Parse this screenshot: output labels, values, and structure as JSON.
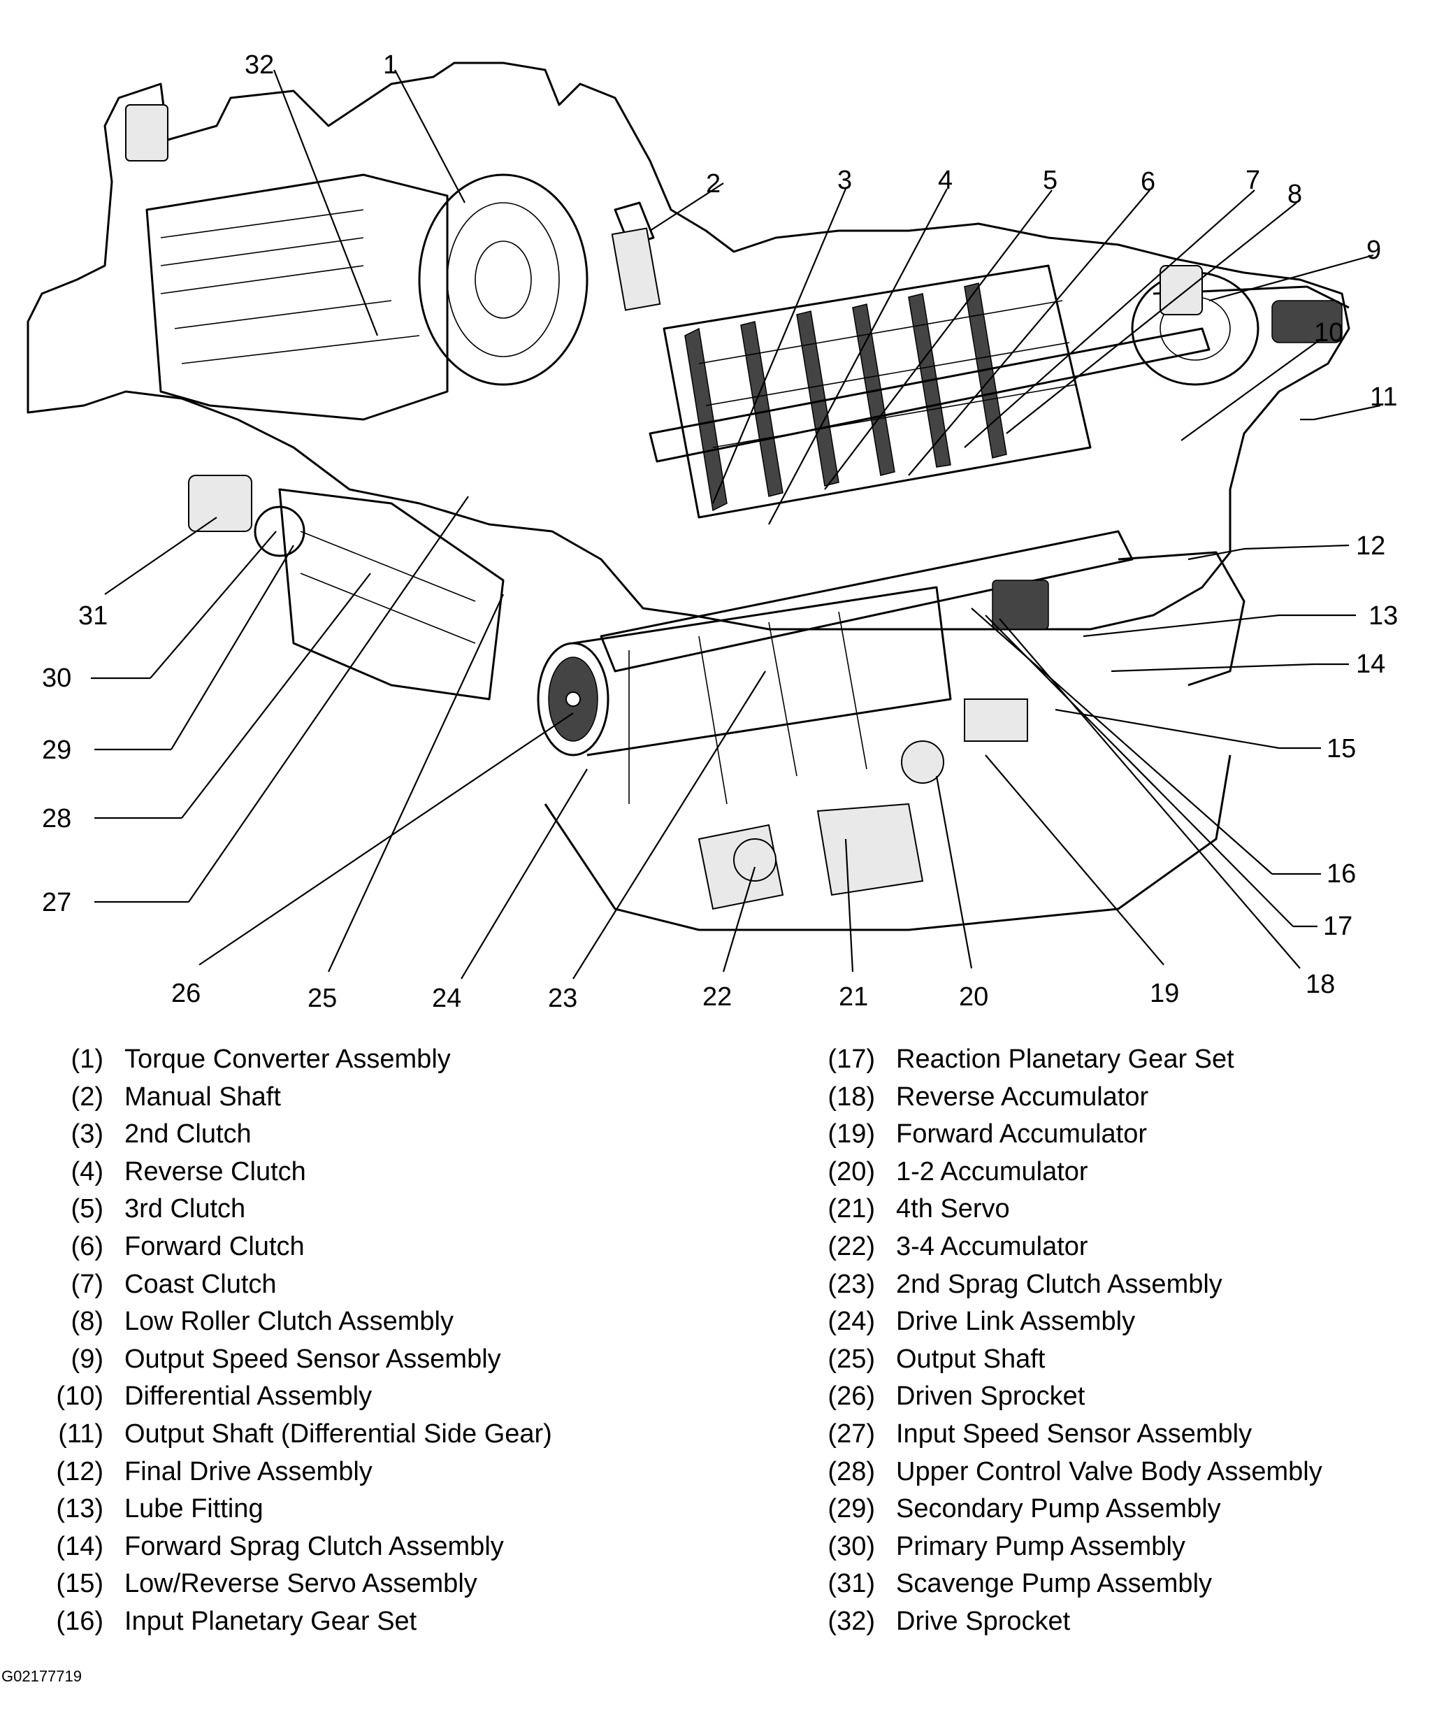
{
  "callouts": [
    "1",
    "2",
    "3",
    "4",
    "5",
    "6",
    "7",
    "8",
    "9",
    "10",
    "11",
    "12",
    "13",
    "14",
    "15",
    "16",
    "17",
    "18",
    "19",
    "20",
    "21",
    "22",
    "23",
    "24",
    "25",
    "26",
    "27",
    "28",
    "29",
    "30",
    "31",
    "32"
  ],
  "legend": [
    {
      "num": "(1)",
      "label": "Torque Converter Assembly"
    },
    {
      "num": "(2)",
      "label": "Manual Shaft"
    },
    {
      "num": "(3)",
      "label": "2nd Clutch"
    },
    {
      "num": "(4)",
      "label": "Reverse Clutch"
    },
    {
      "num": "(5)",
      "label": "3rd Clutch"
    },
    {
      "num": "(6)",
      "label": "Forward Clutch"
    },
    {
      "num": "(7)",
      "label": "Coast Clutch"
    },
    {
      "num": "(8)",
      "label": "Low Roller Clutch Assembly"
    },
    {
      "num": "(9)",
      "label": "Output Speed Sensor Assembly"
    },
    {
      "num": "(10)",
      "label": "Differential Assembly"
    },
    {
      "num": "(11)",
      "label": "Output Shaft (Differential Side Gear)"
    },
    {
      "num": "(12)",
      "label": "Final Drive Assembly"
    },
    {
      "num": "(13)",
      "label": "Lube Fitting"
    },
    {
      "num": "(14)",
      "label": "Forward Sprag Clutch Assembly"
    },
    {
      "num": "(15)",
      "label": "Low/Reverse Servo Assembly"
    },
    {
      "num": "(16)",
      "label": "Input Planetary Gear Set"
    },
    {
      "num": "(17)",
      "label": "Reaction Planetary Gear Set"
    },
    {
      "num": "(18)",
      "label": "Reverse Accumulator"
    },
    {
      "num": "(19)",
      "label": "Forward Accumulator"
    },
    {
      "num": "(20)",
      "label": "1-2 Accumulator"
    },
    {
      "num": "(21)",
      "label": "4th  Servo"
    },
    {
      "num": "(22)",
      "label": "3-4 Accumulator"
    },
    {
      "num": "(23)",
      "label": "2nd Sprag Clutch Assembly"
    },
    {
      "num": "(24)",
      "label": "Drive Link Assembly"
    },
    {
      "num": "(25)",
      "label": "Output Shaft"
    },
    {
      "num": "(26)",
      "label": "Driven Sprocket"
    },
    {
      "num": "(27)",
      "label": "Input Speed Sensor Assembly"
    },
    {
      "num": "(28)",
      "label": "Upper Control Valve Body Assembly"
    },
    {
      "num": "(29)",
      "label": "Secondary Pump Assembly"
    },
    {
      "num": "(30)",
      "label": "Primary Pump Assembly"
    },
    {
      "num": "(31)",
      "label": "Scavenge Pump Assembly"
    },
    {
      "num": "(32)",
      "label": "Drive Sprocket"
    }
  ],
  "figure_id": "G02177719"
}
